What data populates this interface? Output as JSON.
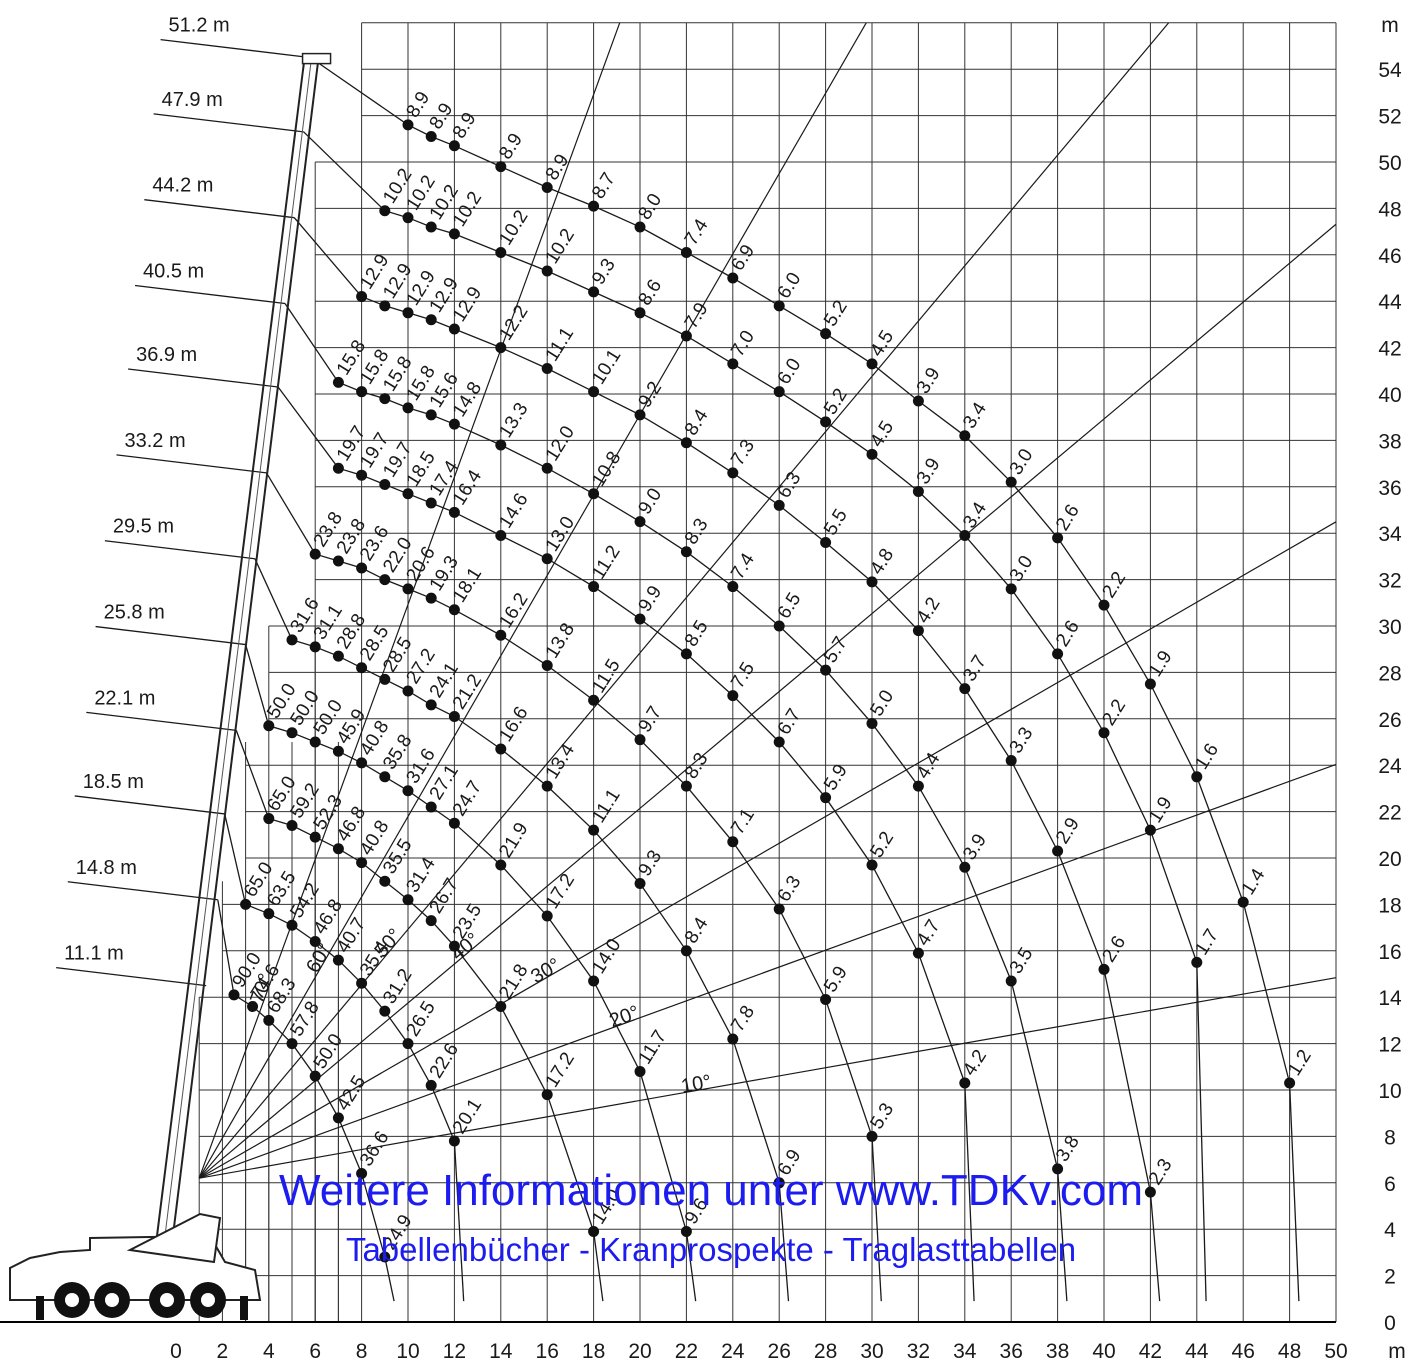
{
  "chart_data": {
    "type": "scatter",
    "title": "",
    "x_unit": "m",
    "y_unit": "m",
    "xlim": [
      0,
      50
    ],
    "ylim": [
      0,
      56
    ],
    "grid": true,
    "x_ticks": [
      0,
      2,
      4,
      6,
      8,
      10,
      12,
      14,
      16,
      18,
      20,
      22,
      24,
      26,
      28,
      30,
      32,
      34,
      36,
      38,
      40,
      42,
      44,
      46,
      48,
      50
    ],
    "y_ticks": [
      0,
      2,
      4,
      6,
      8,
      10,
      12,
      14,
      16,
      18,
      20,
      22,
      24,
      26,
      28,
      30,
      32,
      34,
      36,
      38,
      40,
      42,
      44,
      46,
      48,
      50,
      52,
      54
    ],
    "angle_labels": [
      "10°",
      "20°",
      "30°",
      "40°",
      "50°",
      "60°",
      "70°"
    ],
    "series": [
      {
        "name": "51.2 m",
        "tip": [
          5.8,
          54.5
        ],
        "points": [
          [
            10,
            51.6,
            "8.9"
          ],
          [
            11,
            51.1,
            "8.9"
          ],
          [
            12,
            50.7,
            "8.9"
          ],
          [
            14,
            49.8,
            "8.9"
          ],
          [
            16,
            48.9,
            "8.9"
          ],
          [
            18,
            48.1,
            "8.7"
          ],
          [
            20,
            47.2,
            "8.0"
          ],
          [
            22,
            46.1,
            "7.4"
          ],
          [
            24,
            45.0,
            "6.9"
          ],
          [
            26,
            43.8,
            "6.0"
          ],
          [
            28,
            42.6,
            "5.2"
          ],
          [
            30,
            41.3,
            "4.5"
          ],
          [
            32,
            39.7,
            "3.9"
          ],
          [
            34,
            38.2,
            "3.4"
          ],
          [
            36,
            36.2,
            "3.0"
          ],
          [
            38,
            33.8,
            "2.6"
          ],
          [
            40,
            30.9,
            "2.2"
          ],
          [
            42,
            27.5,
            "1.9"
          ],
          [
            44,
            23.5,
            "1.6"
          ],
          [
            46,
            18.1,
            "1.4"
          ],
          [
            48,
            10.3,
            "1.2"
          ]
        ]
      },
      {
        "name": "47.9 m",
        "tip": [
          5.5,
          51.3
        ],
        "points": [
          [
            9,
            47.9,
            "10.2"
          ],
          [
            10,
            47.6,
            "10.2"
          ],
          [
            11,
            47.2,
            "10.2"
          ],
          [
            12,
            46.9,
            "10.2"
          ],
          [
            14,
            46.1,
            "10.2"
          ],
          [
            16,
            45.3,
            "10.2"
          ],
          [
            18,
            44.4,
            "9.3"
          ],
          [
            20,
            43.5,
            "8.6"
          ],
          [
            22,
            42.5,
            "7.9"
          ],
          [
            24,
            41.3,
            "7.0"
          ],
          [
            26,
            40.1,
            "6.0"
          ],
          [
            28,
            38.8,
            "5.2"
          ],
          [
            30,
            37.4,
            "4.5"
          ],
          [
            32,
            35.8,
            "3.9"
          ],
          [
            34,
            33.9,
            "3.4"
          ],
          [
            36,
            31.6,
            "3.0"
          ],
          [
            38,
            28.8,
            "2.6"
          ],
          [
            40,
            25.4,
            "2.2"
          ],
          [
            42,
            21.2,
            "1.9"
          ],
          [
            44,
            15.5,
            "1.7"
          ]
        ]
      },
      {
        "name": "44.2 m",
        "tip": [
          5.1,
          47.6
        ],
        "points": [
          [
            8,
            44.2,
            "12.9"
          ],
          [
            9,
            43.8,
            "12.9"
          ],
          [
            10,
            43.5,
            "12.9"
          ],
          [
            11,
            43.2,
            "12.9"
          ],
          [
            12,
            42.8,
            "12.9"
          ],
          [
            14,
            42.0,
            "12.2"
          ],
          [
            16,
            41.1,
            "11.1"
          ],
          [
            18,
            40.1,
            "10.1"
          ],
          [
            20,
            39.1,
            "9.2"
          ],
          [
            22,
            37.9,
            "8.4"
          ],
          [
            24,
            36.6,
            "7.3"
          ],
          [
            26,
            35.2,
            "6.3"
          ],
          [
            28,
            33.6,
            "5.5"
          ],
          [
            30,
            31.9,
            "4.8"
          ],
          [
            32,
            29.8,
            "4.2"
          ],
          [
            34,
            27.3,
            "3.7"
          ],
          [
            36,
            24.2,
            "3.3"
          ],
          [
            38,
            20.3,
            "2.9"
          ],
          [
            40,
            15.2,
            "2.6"
          ],
          [
            42,
            5.6,
            "2.3"
          ]
        ]
      },
      {
        "name": "40.5 m",
        "tip": [
          4.7,
          43.9
        ],
        "points": [
          [
            7,
            40.5,
            "15.8"
          ],
          [
            8,
            40.1,
            "15.8"
          ],
          [
            9,
            39.8,
            "15.8"
          ],
          [
            10,
            39.4,
            "15.8"
          ],
          [
            11,
            39.1,
            "15.6"
          ],
          [
            12,
            38.7,
            "14.8"
          ],
          [
            14,
            37.8,
            "13.3"
          ],
          [
            16,
            36.8,
            "12.0"
          ],
          [
            18,
            35.7,
            "10.8"
          ],
          [
            20,
            34.5,
            "9.0"
          ],
          [
            22,
            33.2,
            "8.3"
          ],
          [
            24,
            31.7,
            "7.4"
          ],
          [
            26,
            30.0,
            "6.5"
          ],
          [
            28,
            28.1,
            "5.7"
          ],
          [
            30,
            25.8,
            "5.0"
          ],
          [
            32,
            23.1,
            "4.4"
          ],
          [
            34,
            19.6,
            "3.9"
          ],
          [
            36,
            14.7,
            "3.5"
          ],
          [
            38,
            6.6,
            "3.8"
          ]
        ]
      },
      {
        "name": "36.9 m",
        "tip": [
          4.4,
          40.3
        ],
        "points": [
          [
            7,
            36.8,
            "19.7"
          ],
          [
            8,
            36.5,
            "19.7"
          ],
          [
            9,
            36.1,
            "19.7"
          ],
          [
            10,
            35.7,
            "18.5"
          ],
          [
            11,
            35.3,
            "17.4"
          ],
          [
            12,
            34.9,
            "16.4"
          ],
          [
            14,
            33.9,
            "14.6"
          ],
          [
            16,
            32.9,
            "13.0"
          ],
          [
            18,
            31.7,
            "11.2"
          ],
          [
            20,
            30.3,
            "9.9"
          ],
          [
            22,
            28.8,
            "8.5"
          ],
          [
            24,
            27.0,
            "7.5"
          ],
          [
            26,
            25.0,
            "6.7"
          ],
          [
            28,
            22.6,
            "5.9"
          ],
          [
            30,
            19.7,
            "5.2"
          ],
          [
            32,
            15.9,
            "4.7"
          ],
          [
            34,
            10.3,
            "4.2"
          ]
        ]
      },
      {
        "name": "33.2 m",
        "tip": [
          3.9,
          36.6
        ],
        "points": [
          [
            6,
            33.1,
            "23.8"
          ],
          [
            7,
            32.8,
            "23.8"
          ],
          [
            8,
            32.5,
            "23.6"
          ],
          [
            9,
            32.0,
            "22.0"
          ],
          [
            10,
            31.6,
            "20.6"
          ],
          [
            11,
            31.2,
            "19.3"
          ],
          [
            12,
            30.7,
            "18.1"
          ],
          [
            14,
            29.6,
            "16.2"
          ],
          [
            16,
            28.3,
            "13.8"
          ],
          [
            18,
            26.8,
            "11.5"
          ],
          [
            20,
            25.1,
            "9.7"
          ],
          [
            22,
            23.1,
            "8.3"
          ],
          [
            24,
            20.7,
            "7.1"
          ],
          [
            26,
            17.8,
            "6.3"
          ],
          [
            28,
            13.9,
            "5.9"
          ],
          [
            30,
            8.0,
            "5.3"
          ]
        ]
      },
      {
        "name": "29.5 m",
        "tip": [
          3.4,
          32.9
        ],
        "points": [
          [
            5,
            29.4,
            "31.6"
          ],
          [
            6,
            29.1,
            "31.1"
          ],
          [
            7,
            28.7,
            "28.8"
          ],
          [
            8,
            28.2,
            "28.5"
          ],
          [
            9,
            27.7,
            "28.5"
          ],
          [
            10,
            27.2,
            "27.2"
          ],
          [
            11,
            26.6,
            "24.1"
          ],
          [
            12,
            26.1,
            "21.2"
          ],
          [
            14,
            24.7,
            "16.6"
          ],
          [
            16,
            23.1,
            "13.4"
          ],
          [
            18,
            21.2,
            "11.1"
          ],
          [
            20,
            18.9,
            "9.3"
          ],
          [
            22,
            16.0,
            "8.4"
          ],
          [
            24,
            12.2,
            "7.8"
          ],
          [
            26,
            6.0,
            "6.9"
          ]
        ]
      },
      {
        "name": "25.8 m",
        "tip": [
          3.0,
          29.2
        ],
        "points": [
          [
            4,
            25.7,
            "50.0"
          ],
          [
            5,
            25.4,
            "50.0"
          ],
          [
            6,
            25.0,
            "50.0"
          ],
          [
            7,
            24.6,
            "45.9"
          ],
          [
            8,
            24.1,
            "40.8"
          ],
          [
            9,
            23.5,
            "35.8"
          ],
          [
            10,
            22.9,
            "31.6"
          ],
          [
            11,
            22.2,
            "27.1"
          ],
          [
            12,
            21.5,
            "24.7"
          ],
          [
            14,
            19.7,
            "21.9"
          ],
          [
            16,
            17.5,
            "17.2"
          ],
          [
            18,
            14.7,
            "14.0"
          ],
          [
            20,
            10.8,
            "11.7"
          ],
          [
            22,
            3.9,
            "9.6"
          ]
        ]
      },
      {
        "name": "22.1 m",
        "tip": [
          2.6,
          25.5
        ],
        "points": [
          [
            4,
            21.7,
            "65.0"
          ],
          [
            5,
            21.4,
            "59.2"
          ],
          [
            6,
            20.9,
            "52.3"
          ],
          [
            7,
            20.4,
            "46.8"
          ],
          [
            8,
            19.8,
            "40.8"
          ],
          [
            9,
            19.0,
            "35.5"
          ],
          [
            10,
            18.2,
            "31.4"
          ],
          [
            11,
            17.3,
            "26.7"
          ],
          [
            12,
            16.2,
            "23.5"
          ],
          [
            14,
            13.6,
            "21.8"
          ],
          [
            16,
            9.8,
            "17.2"
          ],
          [
            18,
            3.9,
            "14.0"
          ]
        ]
      },
      {
        "name": "18.5 m",
        "tip": [
          2.1,
          21.9
        ],
        "points": [
          [
            3,
            18.0,
            "65.0"
          ],
          [
            4,
            17.6,
            "63.5"
          ],
          [
            5,
            17.1,
            "54.2"
          ],
          [
            6,
            16.4,
            "46.8"
          ],
          [
            7,
            15.6,
            "40.7"
          ],
          [
            8,
            14.6,
            "35.4"
          ],
          [
            9,
            13.4,
            "31.2"
          ],
          [
            10,
            12.0,
            "26.5"
          ],
          [
            11,
            10.2,
            "22.6"
          ],
          [
            12,
            7.8,
            "20.1"
          ]
        ]
      },
      {
        "name": "14.8 m",
        "tip": [
          1.8,
          18.2
        ],
        "points": [
          [
            2.5,
            14.1,
            "90.0"
          ],
          [
            3.3,
            13.6,
            "74.6"
          ],
          [
            4,
            13.0,
            "68.3"
          ],
          [
            5,
            12.0,
            "57.8"
          ],
          [
            6,
            10.6,
            "50.0"
          ],
          [
            7,
            8.8,
            "42.5"
          ],
          [
            8,
            6.4,
            "36.6"
          ],
          [
            9,
            2.8,
            "24.9"
          ]
        ]
      },
      {
        "name": "11.1 m",
        "tip": [
          1.3,
          14.5
        ],
        "points": []
      }
    ],
    "angle_lines": [
      10,
      20,
      30,
      40,
      50,
      60,
      70
    ]
  },
  "watermark": {
    "main": "Weitere Informationen unter www.TDKv.com",
    "sub": "Tabellenbücher - Kranprospekte - Traglasttabellen"
  },
  "colors": {
    "grid": "#333333",
    "curve": "#1a1a1a",
    "watermark": "#1c1cf0"
  }
}
